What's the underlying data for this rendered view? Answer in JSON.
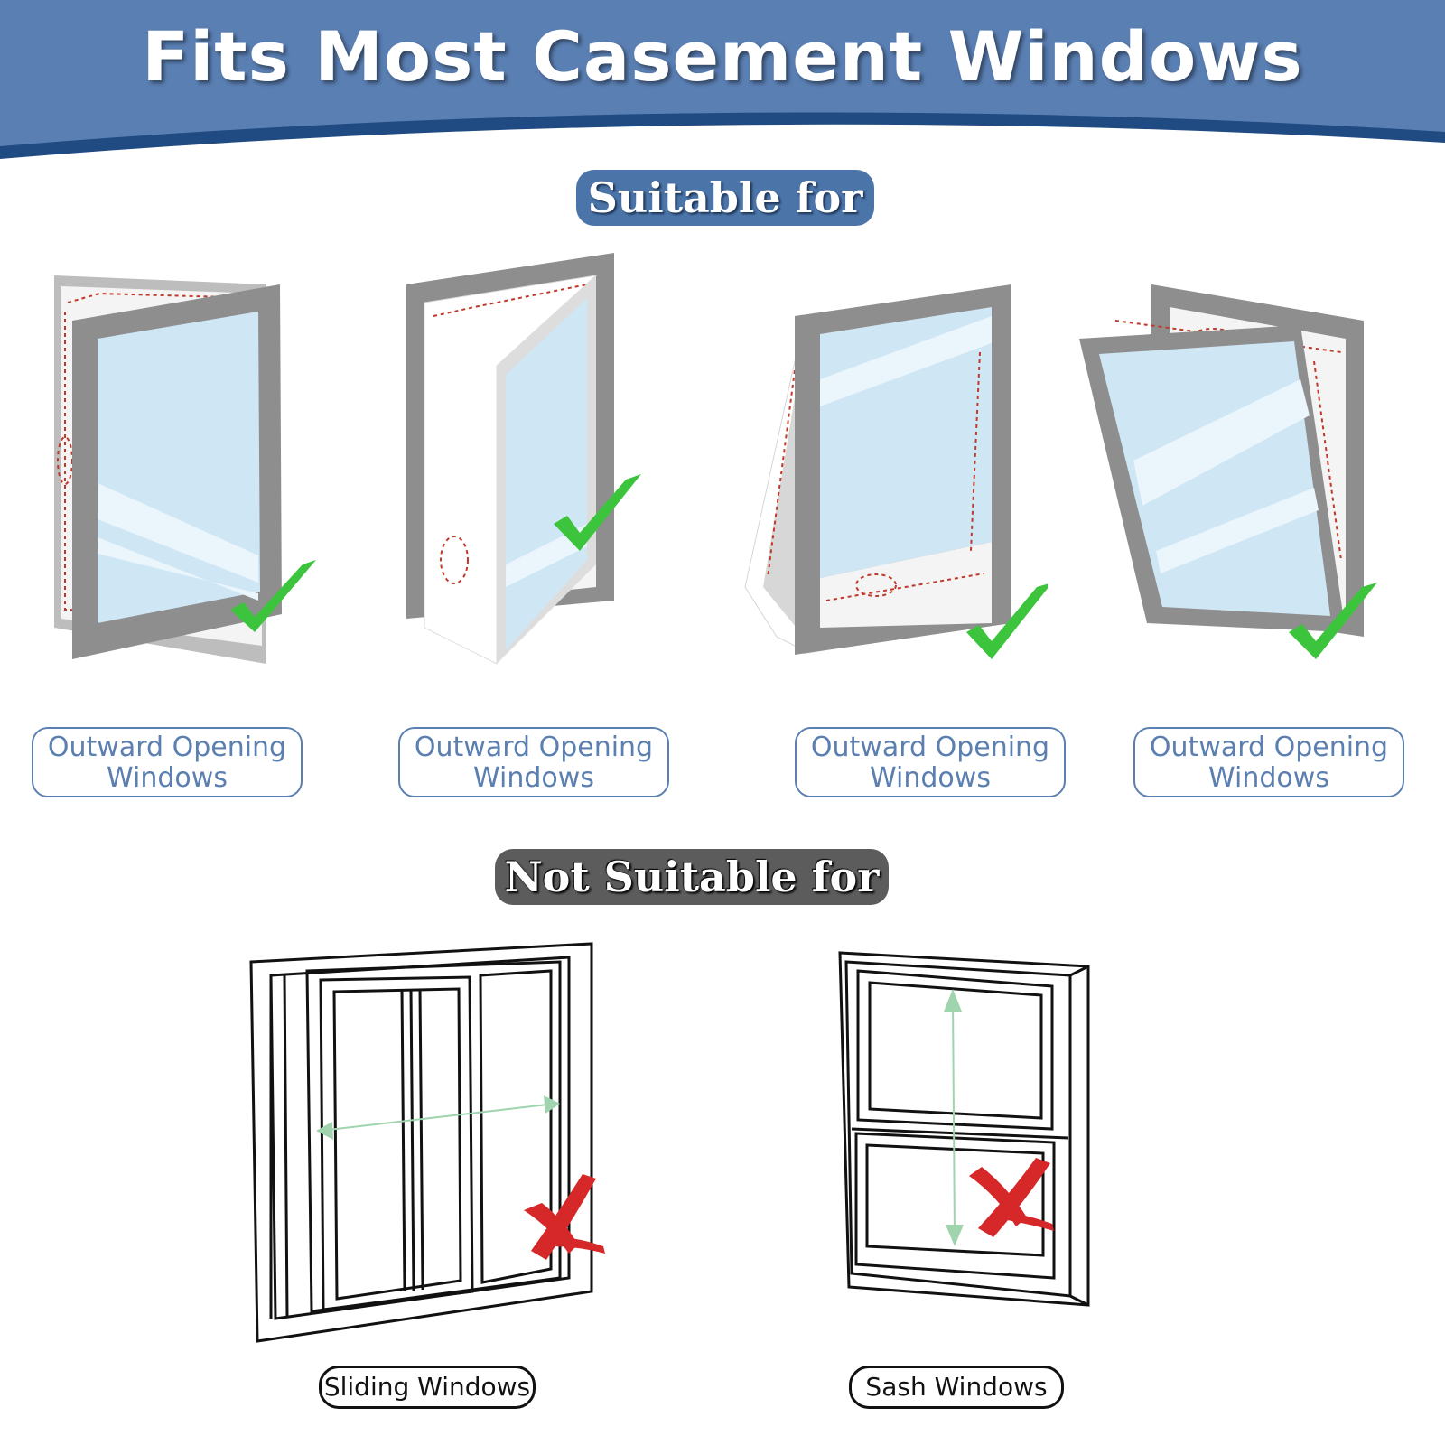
{
  "banner": {
    "title": "Fits Most Casement Windows",
    "color": "#5a7fb3",
    "stripe_color": "#1f4a82"
  },
  "suitable": {
    "heading": "Suitable for",
    "items": [
      {
        "line1": "Outward Opening",
        "line2": "Windows",
        "icon": "check-icon"
      },
      {
        "line1": "Outward Opening",
        "line2": "Windows",
        "icon": "check-icon"
      },
      {
        "line1": "Outward Opening",
        "line2": "Windows",
        "icon": "check-icon"
      },
      {
        "line1": "Outward Opening",
        "line2": "Windows",
        "icon": "check-icon"
      }
    ]
  },
  "not_suitable": {
    "heading": "Not Suitable for",
    "items": [
      {
        "label": "Sliding Windows",
        "icon": "cross-icon"
      },
      {
        "label": "Sash Windows",
        "icon": "cross-icon"
      }
    ]
  },
  "colors": {
    "check": "#3cc43c",
    "cross": "#d62828",
    "label_blue": "#5b7fb0",
    "frame_gray": "#9a9a9a",
    "glass": "#cfe6f5"
  }
}
